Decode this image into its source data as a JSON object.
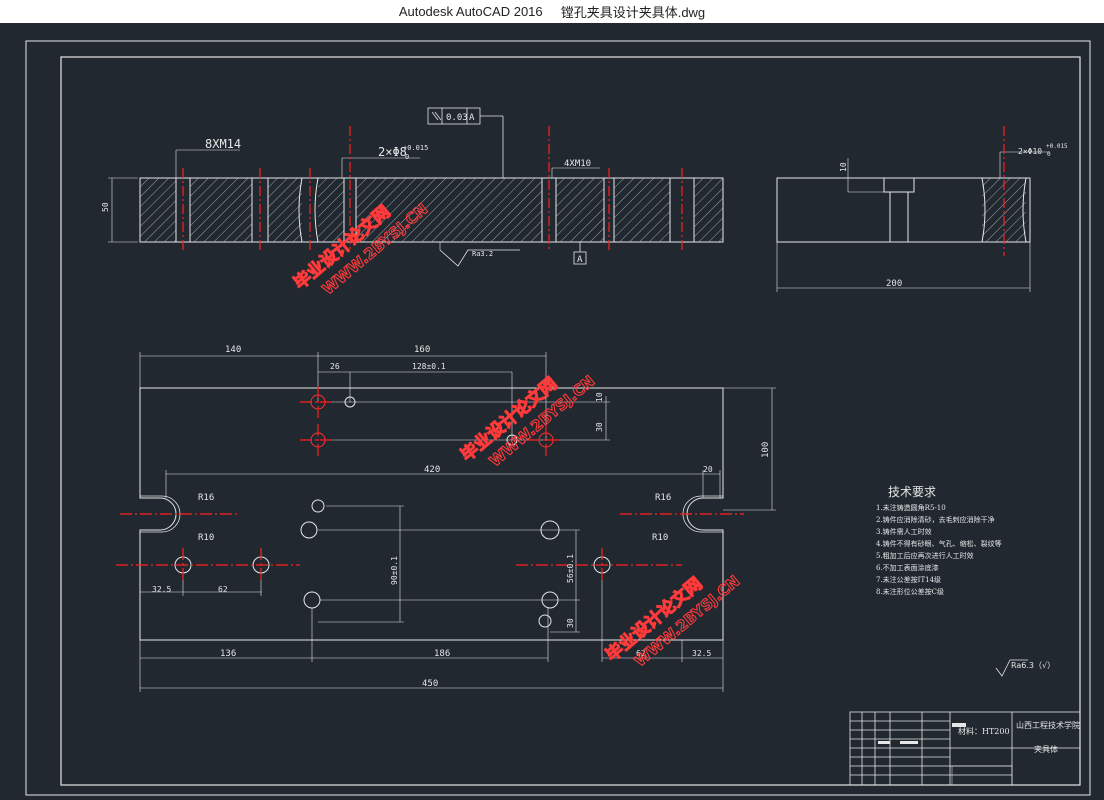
{
  "window": {
    "app_name": "Autodesk AutoCAD 2016",
    "file_name": "镗孔夹具设计夹具体.dwg"
  },
  "drawing": {
    "front_view": {
      "label_holes": "8XM14",
      "label_pins": "2×Φ8",
      "label_pins_tol_upper": "+0.015",
      "label_pins_tol_lower": "0",
      "label_threads": "4XM10",
      "dim_height": "50",
      "parallelism_value": "0.03",
      "datum": "A",
      "roughness": "Ra3.2"
    },
    "side_view": {
      "dim_depth": "10",
      "label_pin": "2×Φ10",
      "label_pin_tol_upper": "+0.015",
      "label_pin_tol_lower": "0",
      "dim_width": "200"
    },
    "top_view": {
      "dims": {
        "d140": "140",
        "d160": "160",
        "d26": "26",
        "d128": "128±0.1",
        "d10": "10",
        "d30a": "30",
        "d100": "100",
        "d420": "420",
        "d20": "20",
        "r16_left": "R16",
        "r10_left": "R10",
        "r16_right": "R16",
        "r10_right": "R10",
        "d90": "90±0.1",
        "d56": "56±0.1",
        "d30b": "30",
        "d32_5": "32.5",
        "d62_left": "62",
        "d136": "136",
        "d186": "186",
        "d62_right": "62",
        "d32_5r": "32.5",
        "d450": "450"
      }
    },
    "tech_requirements": {
      "title": "技术要求",
      "items": [
        "1.未注铸造圆角R5-10",
        "2.铸件应消除清砂，去毛刺应消除干净",
        "3.铸件需人工时效",
        "4.铸件不得有砂眼、气孔、缩松、裂纹等",
        "5.粗加工后应再次进行人工时效",
        "6.不加工表面涂底漆",
        "7.未注公差按IT14级",
        "8.未注形位公差按C级"
      ]
    },
    "roughness_note": "Ra6.3（√）",
    "title_block": {
      "material": "材料：HT200",
      "school": "山西工程技术学院",
      "part_name": "夹具体"
    },
    "watermarks": [
      {
        "cn": "毕业设计论文网",
        "url": "WWW.2BYSJ.CN"
      },
      {
        "cn": "毕业设计论文网",
        "url": "WWW.2BYSJ.CN"
      },
      {
        "cn": "毕业设计论文网",
        "url": "WWW.2BYSJ.CN"
      }
    ]
  },
  "colors": {
    "background": "#212830",
    "lines": "#ffffff",
    "centerlines": "#ff2020",
    "watermark": "#ff3a3a"
  }
}
